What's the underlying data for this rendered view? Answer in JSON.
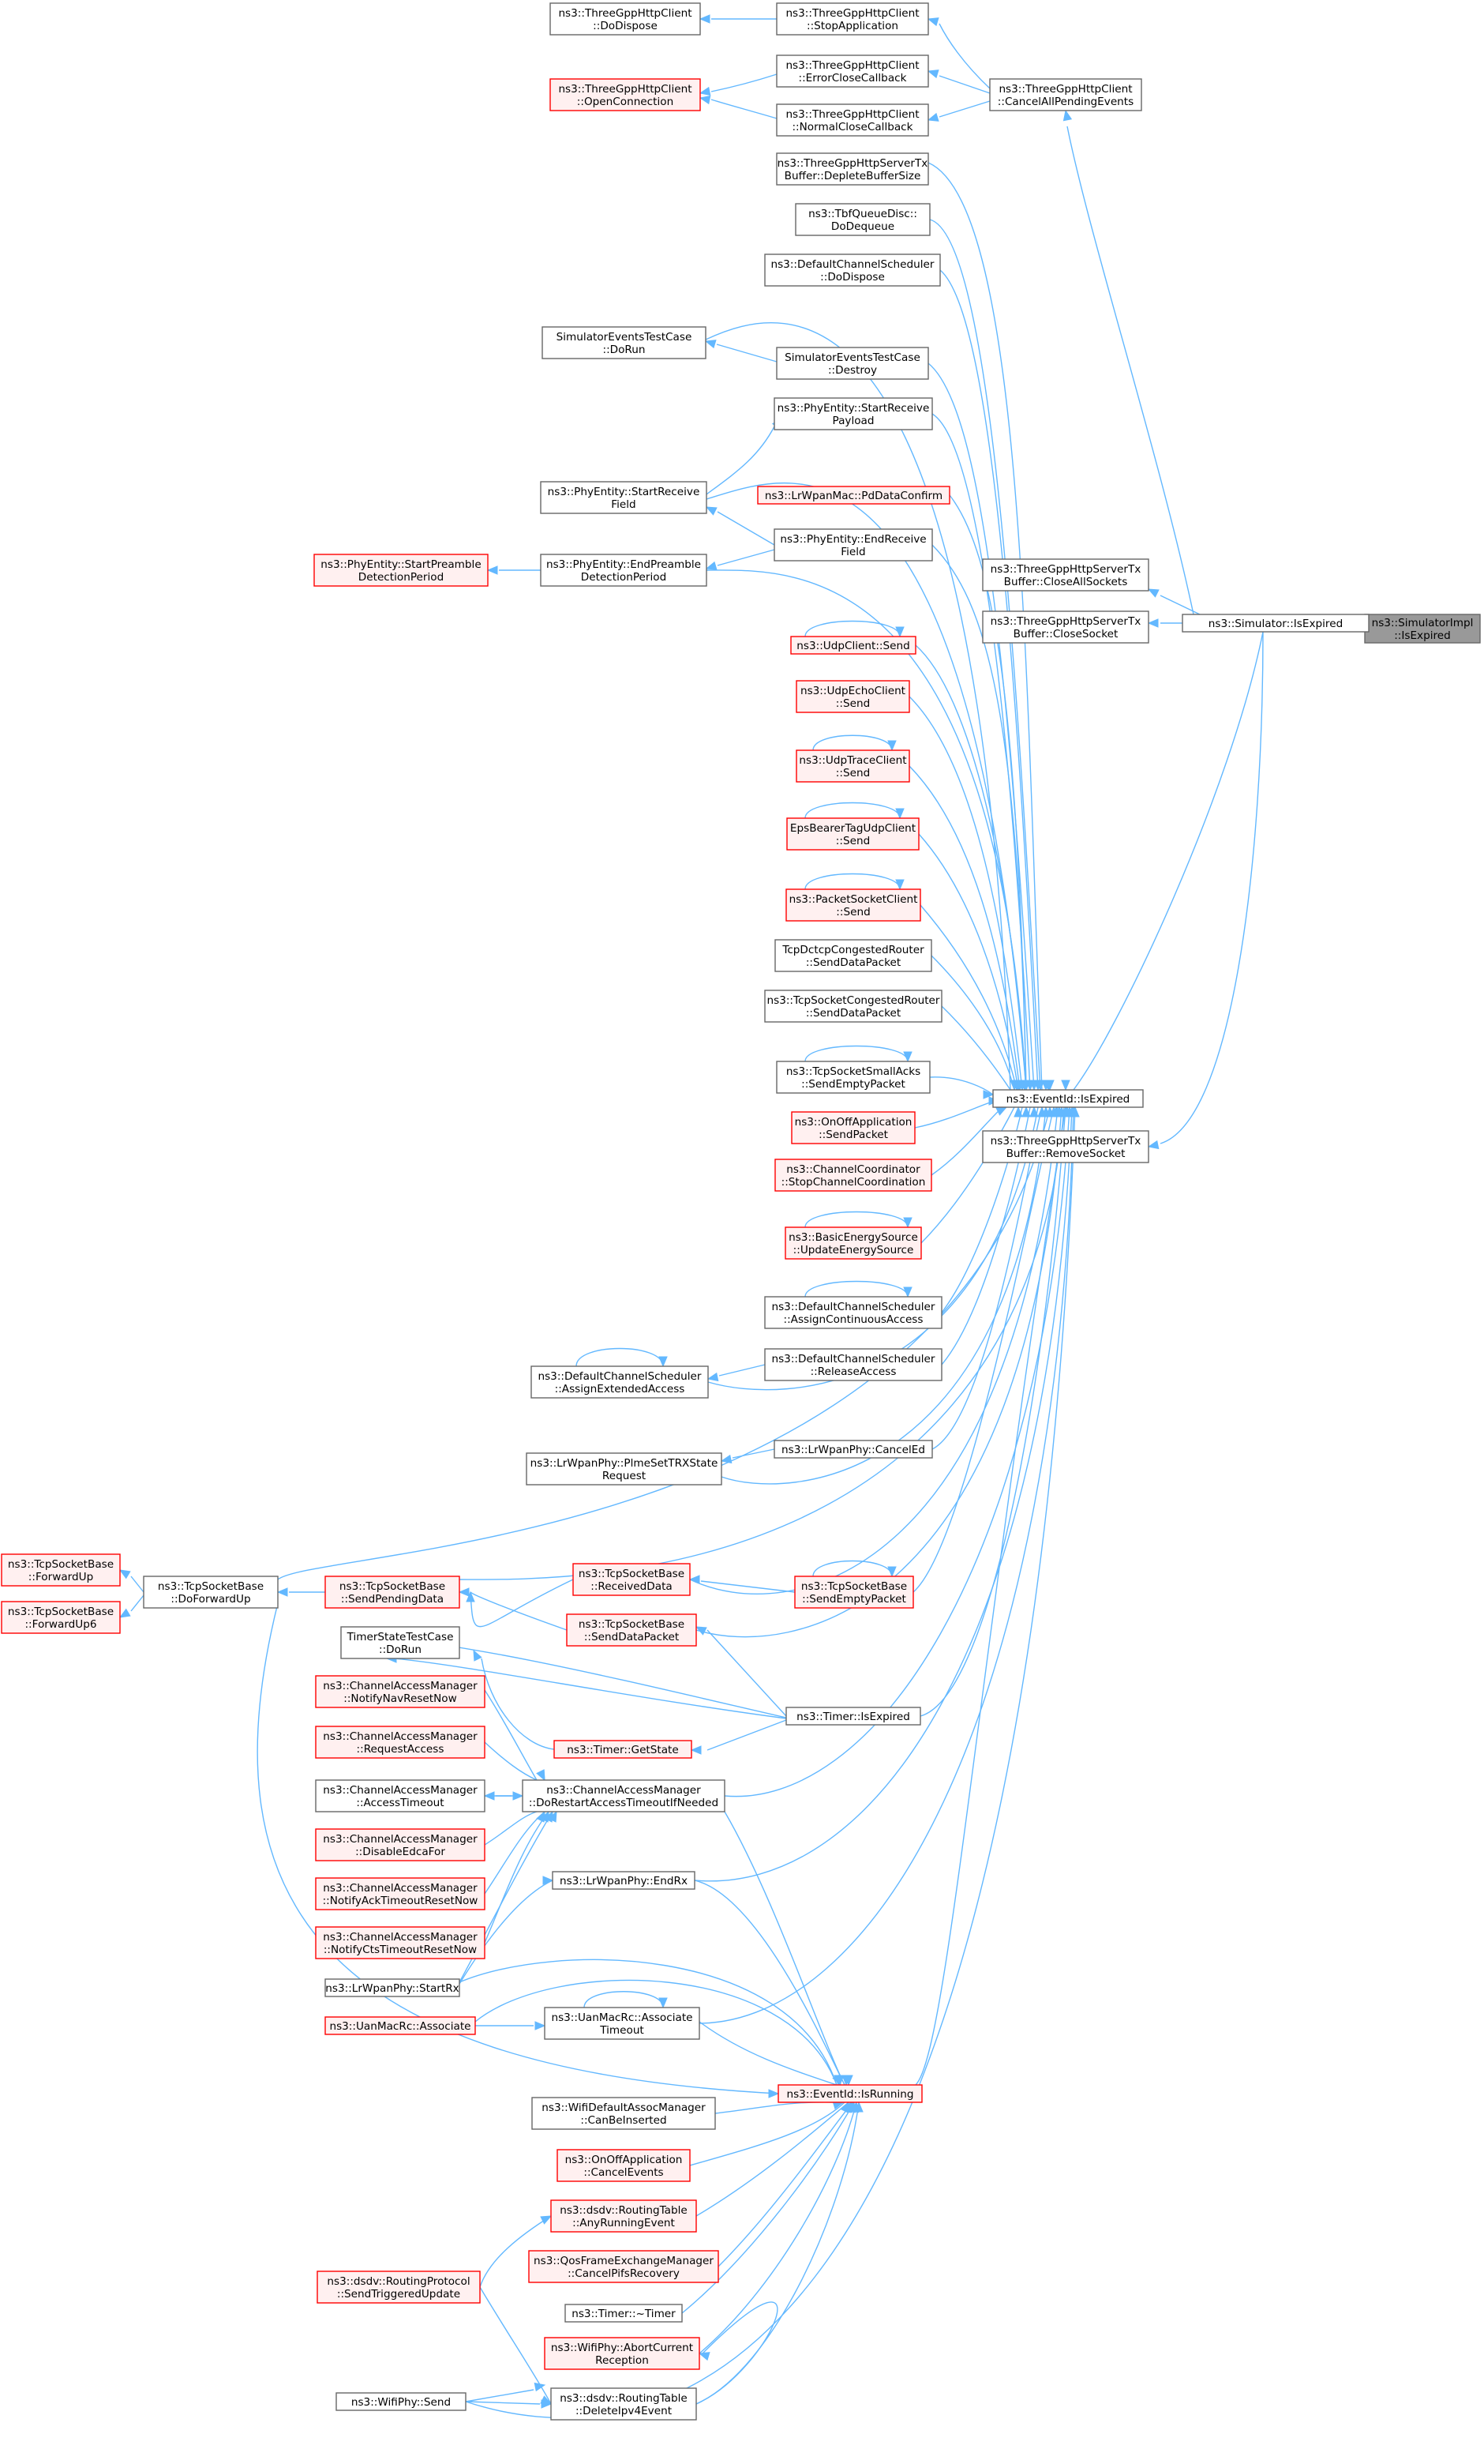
{
  "colors": {
    "edge": "#63b8ff",
    "box_stroke": "#666666",
    "link_stroke": "#ff0000",
    "link_fill": "#fff0f0",
    "focus_fill": "#999999"
  },
  "nodes": [
    {
      "id": "n1",
      "lines": [
        "ns3::SimulatorImpl",
        "::IsExpired"
      ],
      "style": "grey"
    },
    {
      "id": "n2",
      "lines": [
        "ns3::Simulator::IsExpired"
      ],
      "style": "plain"
    },
    {
      "id": "n3",
      "lines": [
        "ns3::ThreeGppHttpClient",
        "::CancelAllPendingEvents"
      ],
      "style": "plain"
    },
    {
      "id": "n4",
      "lines": [
        "ns3::ThreeGppHttpServerTx",
        "Buffer::CloseAllSockets"
      ],
      "style": "plain"
    },
    {
      "id": "n5",
      "lines": [
        "ns3::ThreeGppHttpServerTx",
        "Buffer::CloseSocket"
      ],
      "style": "plain"
    },
    {
      "id": "n6",
      "lines": [
        "ns3::EventId::IsExpired"
      ],
      "style": "plain"
    },
    {
      "id": "n7",
      "lines": [
        "ns3::ThreeGppHttpServerTx",
        "Buffer::RemoveSocket"
      ],
      "style": "plain"
    },
    {
      "id": "n8",
      "lines": [
        "ns3::ThreeGppHttpClient",
        "::StopApplication"
      ],
      "style": "plain"
    },
    {
      "id": "n9",
      "lines": [
        "ns3::ThreeGppHttpClient",
        "::ErrorCloseCallback"
      ],
      "style": "plain"
    },
    {
      "id": "n10",
      "lines": [
        "ns3::ThreeGppHttpClient",
        "::NormalCloseCallback"
      ],
      "style": "plain"
    },
    {
      "id": "n11",
      "lines": [
        "ns3::ThreeGppHttpClient",
        "::DoDispose"
      ],
      "style": "plain"
    },
    {
      "id": "n12",
      "lines": [
        "ns3::ThreeGppHttpClient",
        "::OpenConnection"
      ],
      "style": "red"
    },
    {
      "id": "n13",
      "lines": [
        "ns3::ThreeGppHttpServerTx",
        "Buffer::DepleteBufferSize"
      ],
      "style": "plain"
    },
    {
      "id": "n14",
      "lines": [
        "ns3::TbfQueueDisc::",
        "DoDequeue"
      ],
      "style": "plain"
    },
    {
      "id": "n15",
      "lines": [
        "ns3::DefaultChannelScheduler",
        "::DoDispose"
      ],
      "style": "plain"
    },
    {
      "id": "n16",
      "lines": [
        "SimulatorEventsTestCase",
        "::DoRun"
      ],
      "style": "plain"
    },
    {
      "id": "n17",
      "lines": [
        "SimulatorEventsTestCase",
        "::Destroy"
      ],
      "style": "plain"
    },
    {
      "id": "n18",
      "lines": [
        "ns3::PhyEntity::StartReceive",
        "Payload"
      ],
      "style": "plain"
    },
    {
      "id": "n19",
      "lines": [
        "ns3::PhyEntity::StartReceive",
        "Field"
      ],
      "style": "plain"
    },
    {
      "id": "n20",
      "lines": [
        "ns3::LrWpanMac::PdDataConfirm"
      ],
      "style": "red"
    },
    {
      "id": "n21",
      "lines": [
        "ns3::PhyEntity::EndReceive",
        "Field"
      ],
      "style": "plain"
    },
    {
      "id": "n22",
      "lines": [
        "ns3::PhyEntity::EndPreamble",
        "DetectionPeriod"
      ],
      "style": "plain"
    },
    {
      "id": "n23",
      "lines": [
        "ns3::PhyEntity::StartPreamble",
        "DetectionPeriod"
      ],
      "style": "red"
    },
    {
      "id": "n24",
      "lines": [
        "ns3::UdpClient::Send"
      ],
      "style": "red"
    },
    {
      "id": "n25",
      "lines": [
        "ns3::UdpEchoClient",
        "::Send"
      ],
      "style": "red"
    },
    {
      "id": "n26",
      "lines": [
        "ns3::UdpTraceClient",
        "::Send"
      ],
      "style": "red"
    },
    {
      "id": "n27",
      "lines": [
        "EpsBearerTagUdpClient",
        "::Send"
      ],
      "style": "red"
    },
    {
      "id": "n28",
      "lines": [
        "ns3::PacketSocketClient",
        "::Send"
      ],
      "style": "red"
    },
    {
      "id": "n29",
      "lines": [
        "TcpDctcpCongestedRouter",
        "::SendDataPacket"
      ],
      "style": "plain"
    },
    {
      "id": "n30",
      "lines": [
        "ns3::TcpSocketCongestedRouter",
        "::SendDataPacket"
      ],
      "style": "plain"
    },
    {
      "id": "n31",
      "lines": [
        "ns3::TcpSocketSmallAcks",
        "::SendEmptyPacket"
      ],
      "style": "plain"
    },
    {
      "id": "n32",
      "lines": [
        "ns3::OnOffApplication",
        "::SendPacket"
      ],
      "style": "red"
    },
    {
      "id": "n33",
      "lines": [
        "ns3::ChannelCoordinator",
        "::StopChannelCoordination"
      ],
      "style": "red"
    },
    {
      "id": "n34",
      "lines": [
        "ns3::BasicEnergySource",
        "::UpdateEnergySource"
      ],
      "style": "red"
    },
    {
      "id": "n35",
      "lines": [
        "ns3::DefaultChannelScheduler",
        "::AssignContinuousAccess"
      ],
      "style": "plain"
    },
    {
      "id": "n36",
      "lines": [
        "ns3::DefaultChannelScheduler",
        "::ReleaseAccess"
      ],
      "style": "plain"
    },
    {
      "id": "n37",
      "lines": [
        "ns3::DefaultChannelScheduler",
        "::AssignExtendedAccess"
      ],
      "style": "plain"
    },
    {
      "id": "n38",
      "lines": [
        "ns3::LrWpanPhy::CancelEd"
      ],
      "style": "plain"
    },
    {
      "id": "n39",
      "lines": [
        "ns3::LrWpanPhy::PlmeSetTRXState",
        "Request"
      ],
      "style": "plain"
    },
    {
      "id": "n40",
      "lines": [
        "ns3::TcpSocketBase",
        "::ForwardUp"
      ],
      "style": "red"
    },
    {
      "id": "n41",
      "lines": [
        "ns3::TcpSocketBase",
        "::ForwardUp6"
      ],
      "style": "red"
    },
    {
      "id": "n42",
      "lines": [
        "ns3::TcpSocketBase",
        "::DoForwardUp"
      ],
      "style": "plain"
    },
    {
      "id": "n43",
      "lines": [
        "ns3::TcpSocketBase",
        "::SendPendingData"
      ],
      "style": "red"
    },
    {
      "id": "n44",
      "lines": [
        "ns3::TcpSocketBase",
        "::ReceivedData"
      ],
      "style": "red"
    },
    {
      "id": "n45",
      "lines": [
        "ns3::TcpSocketBase",
        "::SendEmptyPacket"
      ],
      "style": "red"
    },
    {
      "id": "n46",
      "lines": [
        "ns3::TcpSocketBase",
        "::SendDataPacket"
      ],
      "style": "red"
    },
    {
      "id": "n47",
      "lines": [
        "TimerStateTestCase",
        "::DoRun"
      ],
      "style": "plain"
    },
    {
      "id": "n48",
      "lines": [
        "ns3::Timer::IsExpired"
      ],
      "style": "plain"
    },
    {
      "id": "n49",
      "lines": [
        "ns3::Timer::GetState"
      ],
      "style": "red"
    },
    {
      "id": "n50",
      "lines": [
        "ns3::ChannelAccessManager",
        "::NotifyNavResetNow"
      ],
      "style": "red"
    },
    {
      "id": "n51",
      "lines": [
        "ns3::ChannelAccessManager",
        "::RequestAccess"
      ],
      "style": "red"
    },
    {
      "id": "n52",
      "lines": [
        "ns3::ChannelAccessManager",
        "::AccessTimeout"
      ],
      "style": "plain"
    },
    {
      "id": "n53",
      "lines": [
        "ns3::ChannelAccessManager",
        "::DoRestartAccessTimeoutIfNeeded"
      ],
      "style": "plain"
    },
    {
      "id": "n54",
      "lines": [
        "ns3::ChannelAccessManager",
        "::DisableEdcaFor"
      ],
      "style": "red"
    },
    {
      "id": "n55",
      "lines": [
        "ns3::ChannelAccessManager",
        "::NotifyAckTimeoutResetNow"
      ],
      "style": "red"
    },
    {
      "id": "n56",
      "lines": [
        "ns3::ChannelAccessManager",
        "::NotifyCtsTimeoutResetNow"
      ],
      "style": "red"
    },
    {
      "id": "n57",
      "lines": [
        "ns3::LrWpanPhy::EndRx"
      ],
      "style": "plain"
    },
    {
      "id": "n58",
      "lines": [
        "ns3::LrWpanPhy::StartRx"
      ],
      "style": "plain"
    },
    {
      "id": "n59",
      "lines": [
        "ns3::UanMacRc::Associate"
      ],
      "style": "red"
    },
    {
      "id": "n60",
      "lines": [
        "ns3::UanMacRc::Associate",
        "Timeout"
      ],
      "style": "plain"
    },
    {
      "id": "n61",
      "lines": [
        "ns3::EventId::IsRunning"
      ],
      "style": "red"
    },
    {
      "id": "n62",
      "lines": [
        "ns3::WifiDefaultAssocManager",
        "::CanBeInserted"
      ],
      "style": "plain"
    },
    {
      "id": "n63",
      "lines": [
        "ns3::OnOffApplication",
        "::CancelEvents"
      ],
      "style": "red"
    },
    {
      "id": "n64",
      "lines": [
        "ns3::dsdv::RoutingTable",
        "::AnyRunningEvent"
      ],
      "style": "red"
    },
    {
      "id": "n65",
      "lines": [
        "ns3::dsdv::RoutingProtocol",
        "::SendTriggeredUpdate"
      ],
      "style": "red"
    },
    {
      "id": "n66",
      "lines": [
        "ns3::QosFrameExchangeManager",
        "::CancelPifsRecovery"
      ],
      "style": "red"
    },
    {
      "id": "n67",
      "lines": [
        "ns3::Timer::~Timer"
      ],
      "style": "plain"
    },
    {
      "id": "n68",
      "lines": [
        "ns3::WifiPhy::AbortCurrent",
        "Reception"
      ],
      "style": "red"
    },
    {
      "id": "n69",
      "lines": [
        "ns3::WifiPhy::Send"
      ],
      "style": "plain"
    },
    {
      "id": "n70",
      "lines": [
        "ns3::dsdv::RoutingTable",
        "::DeleteIpv4Event"
      ],
      "style": "plain"
    }
  ]
}
